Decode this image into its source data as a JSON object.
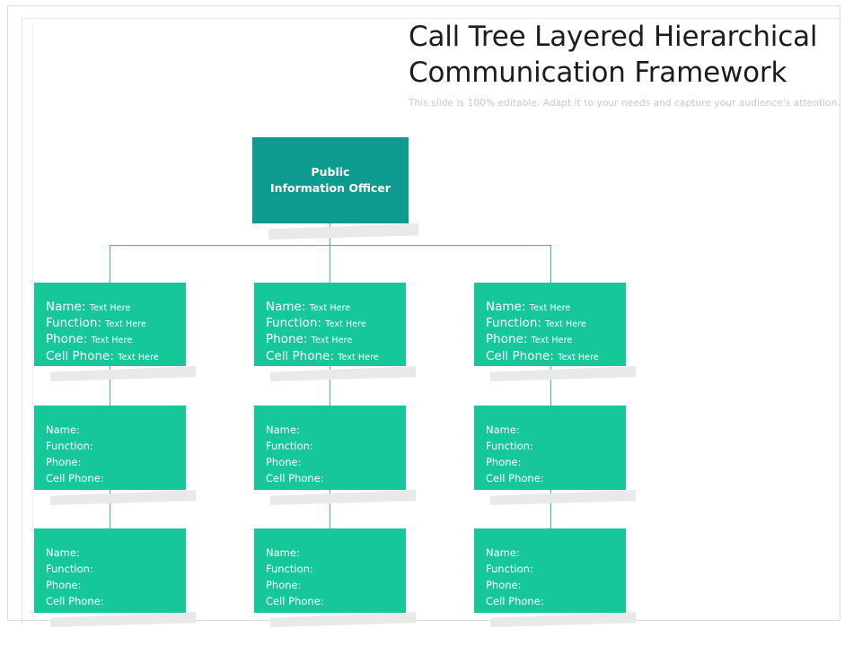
{
  "header": {
    "title_line1": "Call Tree Layered Hierarchical",
    "title_line2": "Communication Framework",
    "subtitle": "This slide is 100% editable. Adapt it to your needs and capture your audience's attention."
  },
  "colors": {
    "root_box": "#0d9b90",
    "child_box": "#16c79a",
    "connector": "#3cb9ae",
    "shadow": "#e9e9e9",
    "title_text": "#1c1c1c",
    "subtitle_text": "#c9c9c9",
    "box_text": "#ffffff"
  },
  "chart_data": {
    "type": "diagram",
    "diagram_type": "org-chart",
    "title": "Call Tree Layered Hierarchical Communication Framework",
    "levels": 4,
    "columns": 3,
    "root": {
      "label_line1": "Public",
      "label_line2": "Information Officer"
    },
    "field_labels": [
      "Name:",
      "Function:",
      "Phone:",
      "Cell Phone:"
    ],
    "placeholder_value": "Text Here"
  },
  "root": {
    "line1": "Public",
    "line2": "Information Officer"
  },
  "rows": [
    {
      "id": "row-1",
      "has_values": true,
      "nodes": [
        {
          "fields": [
            {
              "label": "Name:",
              "value": "Text Here"
            },
            {
              "label": "Function:",
              "value": "Text Here"
            },
            {
              "label": "Phone:",
              "value": "Text Here"
            },
            {
              "label": "Cell Phone:",
              "value": "Text Here"
            }
          ]
        },
        {
          "fields": [
            {
              "label": "Name:",
              "value": "Text Here"
            },
            {
              "label": "Function:",
              "value": "Text Here"
            },
            {
              "label": "Phone:",
              "value": "Text Here"
            },
            {
              "label": "Cell Phone:",
              "value": "Text Here"
            }
          ]
        },
        {
          "fields": [
            {
              "label": "Name:",
              "value": "Text Here"
            },
            {
              "label": "Function:",
              "value": "Text Here"
            },
            {
              "label": "Phone:",
              "value": "Text Here"
            },
            {
              "label": "Cell Phone:",
              "value": "Text Here"
            }
          ]
        }
      ]
    },
    {
      "id": "row-2",
      "has_values": false,
      "nodes": [
        {
          "fields": [
            {
              "label": "Name:",
              "value": ""
            },
            {
              "label": "Function:",
              "value": ""
            },
            {
              "label": "Phone:",
              "value": ""
            },
            {
              "label": "Cell Phone:",
              "value": ""
            }
          ]
        },
        {
          "fields": [
            {
              "label": "Name:",
              "value": ""
            },
            {
              "label": "Function:",
              "value": ""
            },
            {
              "label": "Phone:",
              "value": ""
            },
            {
              "label": "Cell Phone:",
              "value": ""
            }
          ]
        },
        {
          "fields": [
            {
              "label": "Name:",
              "value": ""
            },
            {
              "label": "Function:",
              "value": ""
            },
            {
              "label": "Phone:",
              "value": ""
            },
            {
              "label": "Cell Phone:",
              "value": ""
            }
          ]
        }
      ]
    },
    {
      "id": "row-3",
      "has_values": false,
      "nodes": [
        {
          "fields": [
            {
              "label": "Name:",
              "value": ""
            },
            {
              "label": "Function:",
              "value": ""
            },
            {
              "label": "Phone:",
              "value": ""
            },
            {
              "label": "Cell Phone:",
              "value": ""
            }
          ]
        },
        {
          "fields": [
            {
              "label": "Name:",
              "value": ""
            },
            {
              "label": "Function:",
              "value": ""
            },
            {
              "label": "Phone:",
              "value": ""
            },
            {
              "label": "Cell Phone:",
              "value": ""
            }
          ]
        },
        {
          "fields": [
            {
              "label": "Name:",
              "value": ""
            },
            {
              "label": "Function:",
              "value": ""
            },
            {
              "label": "Phone:",
              "value": ""
            },
            {
              "label": "Cell Phone:",
              "value": ""
            }
          ]
        }
      ]
    }
  ]
}
